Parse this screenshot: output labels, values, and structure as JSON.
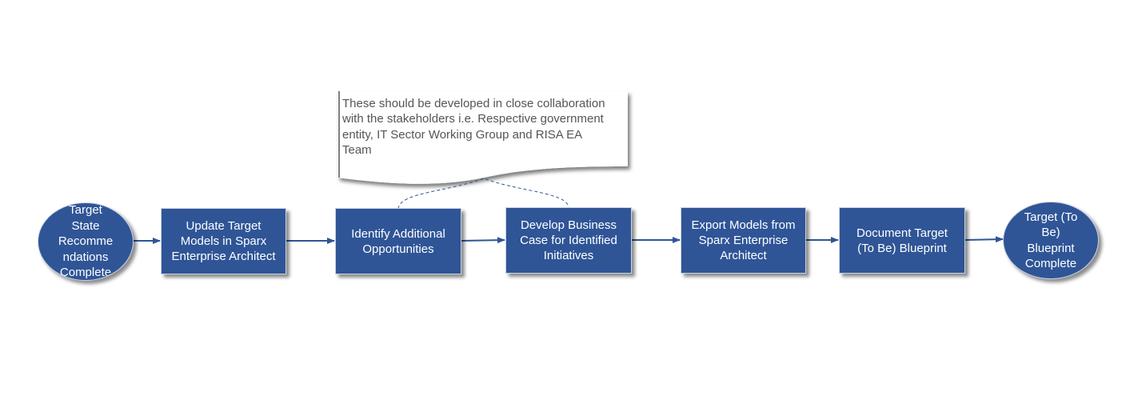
{
  "colors": {
    "node_fill": "#2f5597",
    "node_border": "#c9d3e6",
    "node_text": "#ffffff",
    "connector": "#2f5597",
    "callout_text": "#555555",
    "callout_border": "#7f7f7f"
  },
  "diagram": {
    "type": "process-flow",
    "nodes": [
      {
        "id": "start",
        "shape": "ellipse",
        "label": "Target\nState\nRecomme\nndations\nComplete"
      },
      {
        "id": "update-models",
        "shape": "rectangle",
        "label": "Update Target\nModels in Sparx\nEnterprise Architect"
      },
      {
        "id": "identify-opportunities",
        "shape": "rectangle",
        "label": "Identify Additional\nOpportunities"
      },
      {
        "id": "develop-business-case",
        "shape": "rectangle",
        "label": "Develop Business\nCase for Identified\nInitiatives"
      },
      {
        "id": "export-models",
        "shape": "rectangle",
        "label": "Export Models from\nSparx Enterprise\nArchitect"
      },
      {
        "id": "document-blueprint",
        "shape": "rectangle",
        "label": "Document Target\n(To Be) Blueprint"
      },
      {
        "id": "end",
        "shape": "ellipse",
        "label": "Target (To\nBe)\nBlueprint\nComplete"
      }
    ],
    "edges": [
      {
        "from": "start",
        "to": "update-models"
      },
      {
        "from": "update-models",
        "to": "identify-opportunities"
      },
      {
        "from": "identify-opportunities",
        "to": "develop-business-case"
      },
      {
        "from": "develop-business-case",
        "to": "export-models"
      },
      {
        "from": "export-models",
        "to": "document-blueprint"
      },
      {
        "from": "document-blueprint",
        "to": "end"
      }
    ],
    "callout": {
      "text": "These should be developed in close collaboration\nwith the stakeholders i.e. Respective government\nentity, IT Sector Working Group and RISA EA\nTeam",
      "annotates": [
        "identify-opportunities",
        "develop-business-case"
      ],
      "connector_style": "dashed-brace"
    }
  }
}
